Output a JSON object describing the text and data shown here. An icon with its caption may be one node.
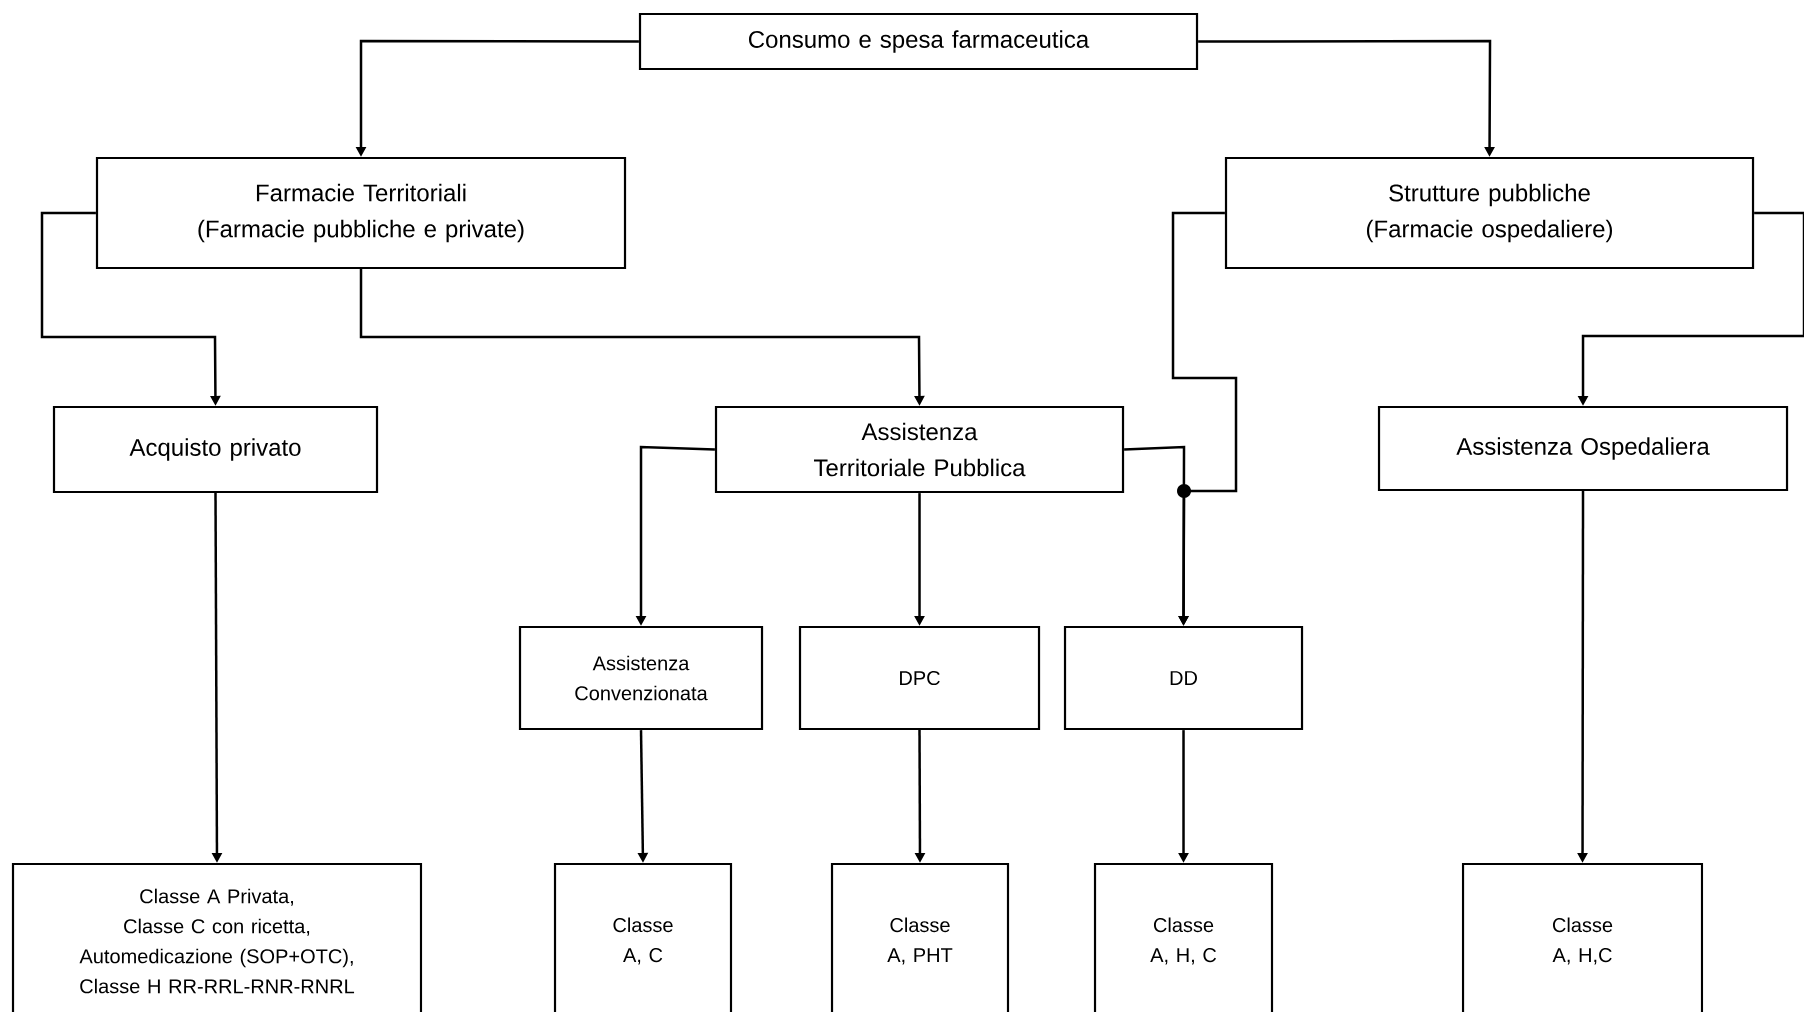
{
  "diagram": {
    "nodes": [
      {
        "text": [
          "Consumo e spesa farmaceutica"
        ]
      },
      {
        "text": [
          "Farmacie Territoriali",
          "(Farmacie pubbliche e private)"
        ]
      },
      {
        "text": [
          "Strutture pubbliche",
          "(Farmacie ospedaliere)"
        ]
      },
      {
        "text": [
          "Acquisto privato"
        ]
      },
      {
        "text": [
          "Assistenza Territoriale Pubblica"
        ]
      },
      {
        "text": [
          "Assistenza Ospedaliera"
        ]
      },
      {
        "text": [
          "Assistenza Convenzionata"
        ]
      },
      {
        "text": [
          "DPC"
        ]
      },
      {
        "text": [
          "DD"
        ]
      },
      {
        "text": [
          "Classe A Privata,",
          "Classe C con ricetta,",
          "Automedicazione (SOP+OTC),",
          "Classe H RR-RRL-RNR-RNRL"
        ]
      },
      {
        "text": [
          "Classe A, C"
        ]
      },
      {
        "text": [
          "Classe A, PHT"
        ]
      },
      {
        "text": [
          "Classe A, H, C"
        ]
      },
      {
        "text": [
          "Classe A, H,C"
        ]
      }
    ],
    "edges": [
      {
        "from": 0,
        "to": 1,
        "arrow": "to"
      },
      {
        "from": 0,
        "to": 2,
        "arrow": "to"
      },
      {
        "from": 1,
        "to": 3,
        "arrow": "to"
      },
      {
        "from": 1,
        "to": 4,
        "arrow": "to"
      },
      {
        "from": 2,
        "to": 5,
        "arrow": "to"
      },
      {
        "from": 2,
        "to": 8,
        "arrow": "to"
      },
      {
        "from": 4,
        "to": 6,
        "arrow": "to"
      },
      {
        "from": 4,
        "to": 7,
        "arrow": "to"
      },
      {
        "from": 4,
        "to": 8,
        "arrow": "to"
      },
      {
        "from": 3,
        "to": 9,
        "arrow": "to"
      },
      {
        "from": 6,
        "to": 10,
        "arrow": "to"
      },
      {
        "from": 7,
        "to": 11,
        "arrow": "to"
      },
      {
        "from": 8,
        "to": 12,
        "arrow": "to"
      },
      {
        "from": 5,
        "to": 13,
        "arrow": "to"
      }
    ]
  }
}
